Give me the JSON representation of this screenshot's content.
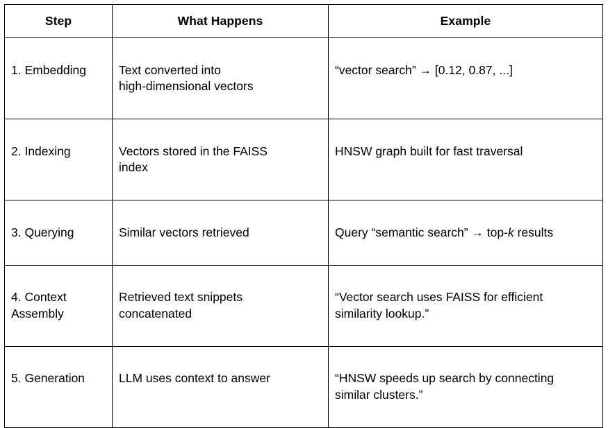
{
  "table": {
    "columns": [
      {
        "key": "step",
        "label": "Step",
        "align": "center"
      },
      {
        "key": "what",
        "label": "What Happens",
        "align": "center"
      },
      {
        "key": "example",
        "label": "Example",
        "align": "center"
      }
    ],
    "rows": [
      {
        "step": "1. Embedding",
        "what": "Text converted into\nhigh-dimensional vectors",
        "example_pre": "“vector search” → [0.12, 0.87, ...]",
        "example_em": "",
        "example_post": ""
      },
      {
        "step": "2. Indexing",
        "what": "Vectors stored in the FAISS\nindex",
        "example_pre": "HNSW graph built for fast traversal",
        "example_em": "",
        "example_post": ""
      },
      {
        "step": "3. Querying",
        "what": "Similar vectors retrieved",
        "example_pre": "Query “semantic search” → top-",
        "example_em": "k",
        "example_post": " results"
      },
      {
        "step": "4. Context\nAssembly",
        "what": "Retrieved text snippets\nconcatenated",
        "example_pre": "“Vector search uses FAISS for efficient\nsimilarity lookup.”",
        "example_em": "",
        "example_post": ""
      },
      {
        "step": "5. Generation",
        "what": "LLM uses context to answer",
        "example_pre": "“HNSW speeds up search by connecting\nsimilar clusters.”",
        "example_em": "",
        "example_post": ""
      }
    ]
  },
  "style": {
    "border_color": "#000000",
    "text_color": "#000000",
    "background": "#ffffff"
  }
}
